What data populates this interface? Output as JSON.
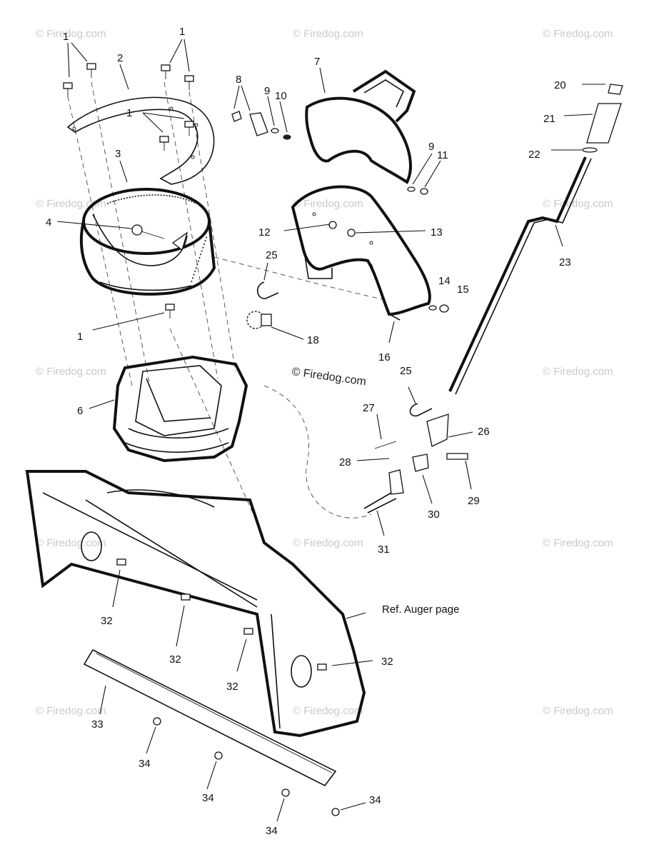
{
  "watermarks": [
    "© Firedog.com",
    "© Firedog.com",
    "© Firedog.com",
    "© Firedog.com",
    "© Firedog.com",
    "© Firedog.com",
    "© Firedog.com",
    "© Firedog.com",
    "© Firedog.com",
    "© Firedog.com",
    "© Firedog.com",
    "© Firedog.com",
    "© Firedog.com",
    "© Firedog.com",
    "© Firedog.com"
  ],
  "callouts": {
    "c1a": "1",
    "c1b": "1",
    "c1c": "1",
    "c1d": "1",
    "c2": "2",
    "c3": "3",
    "c4": "4",
    "c6": "6",
    "c7": "7",
    "c8": "8",
    "c9a": "9",
    "c9b": "9",
    "c10": "10",
    "c11": "11",
    "c12": "12",
    "c13": "13",
    "c14": "14",
    "c15": "15",
    "c16": "16",
    "c18": "18",
    "c20": "20",
    "c21": "21",
    "c22": "22",
    "c23": "23",
    "c25a": "25",
    "c25b": "25",
    "c26": "26",
    "c27": "27",
    "c28": "28",
    "c29": "29",
    "c30": "30",
    "c31": "31",
    "c32a": "32",
    "c32b": "32",
    "c32c": "32",
    "c32d": "32",
    "c33": "33",
    "c34a": "34",
    "c34b": "34",
    "c34c": "34",
    "c34d": "34"
  },
  "reference_note": "Ref. Auger page"
}
